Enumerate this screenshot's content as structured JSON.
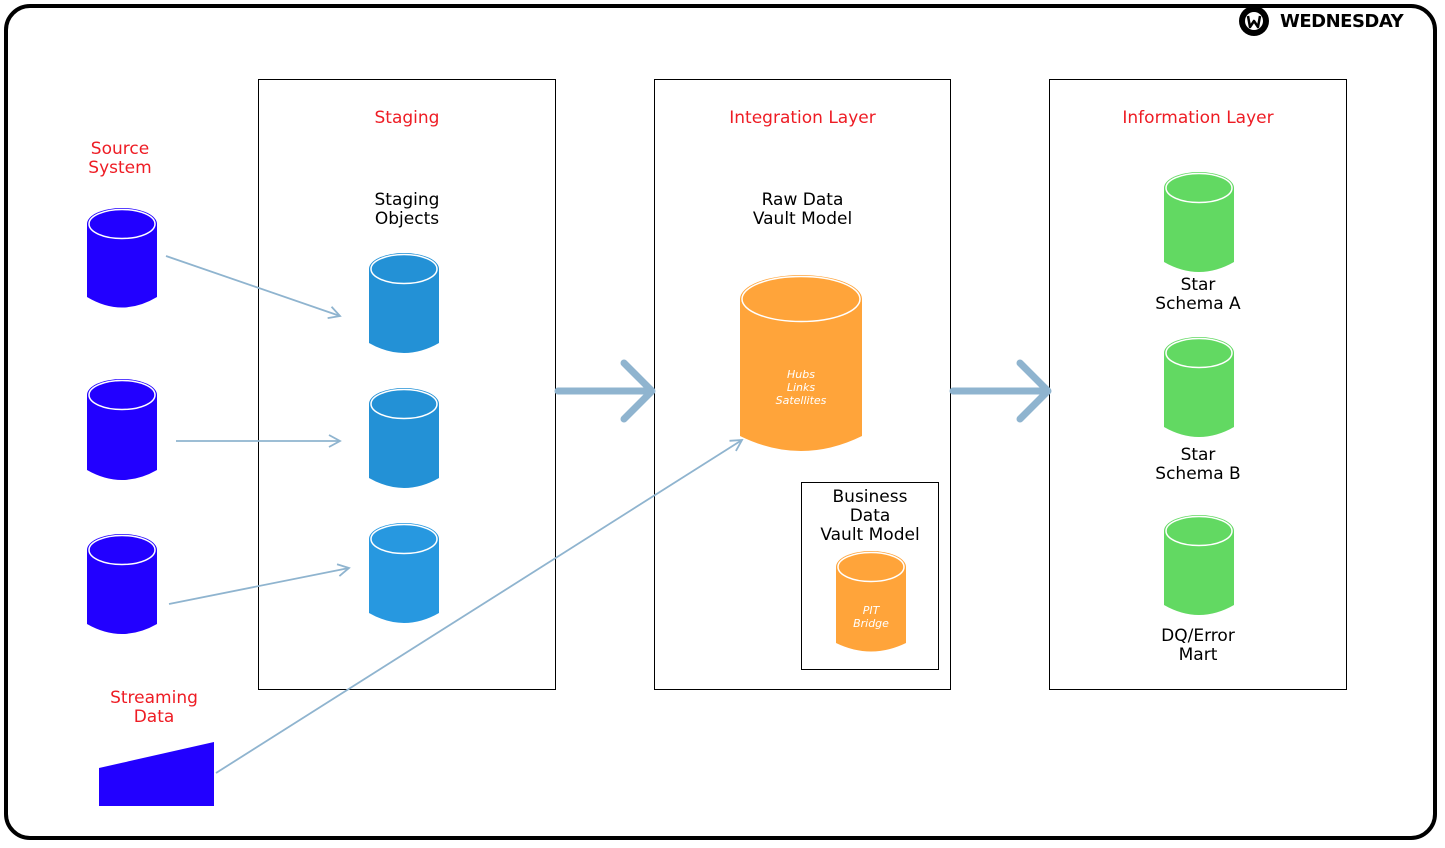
{
  "brand": {
    "name": "WEDNESDAY",
    "logo_icon": "wednesday-logo-icon"
  },
  "labels": {
    "source_system": "Source\nSystem",
    "streaming_data": "Streaming\nData"
  },
  "panels": {
    "staging": {
      "title": "Staging",
      "subtitle": "Staging\nObjects"
    },
    "integration": {
      "title": "Integration Layer",
      "subtitle": "Raw Data\nVault Model",
      "raw_vault_items": [
        "Hubs",
        "Links",
        "Satellites"
      ],
      "business_vault": {
        "title": "Business\nData\nVault Model",
        "items": [
          "PIT",
          "Bridge"
        ]
      }
    },
    "information": {
      "title": "Information Layer",
      "marts": [
        "Star\nSchema A",
        "Star\nSchema B",
        "DQ/Error\nMart"
      ]
    }
  },
  "colors": {
    "source": "#2200ff",
    "staging": "#2391d6",
    "vault": "#ffa43a",
    "mart": "#62d962",
    "title": "#ee1c24",
    "arrow": "#8fb4cf"
  }
}
